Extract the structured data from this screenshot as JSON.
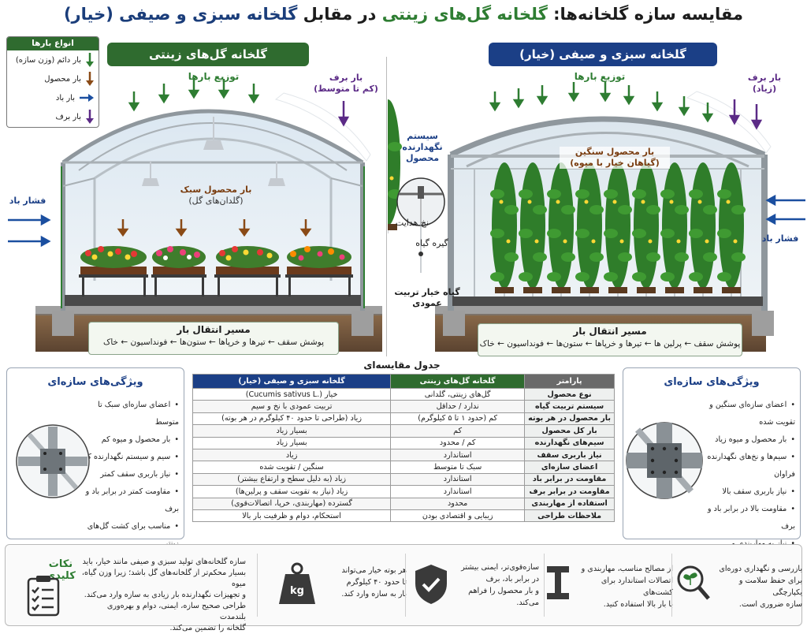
{
  "title": {
    "prefix": "مقایسه سازه گلخانه‌ها:",
    "ornamental": "گلخانه گل‌های زینتی",
    "mid": "در مقابل",
    "vegetable": "گلخانه سبزی و صیفی (خیار)"
  },
  "legend": {
    "title": "انواع بارها",
    "items": [
      {
        "label": "بار دائم (وزن سازه)",
        "color": "#2e7d32"
      },
      {
        "label": "بار محصول",
        "color": "#8a4a16"
      },
      {
        "label": "بار باد",
        "color": "#1b4fa0"
      },
      {
        "label": "بار برف",
        "color": "#5b2a86"
      }
    ]
  },
  "left_panel": {
    "header": "گلخانه گل‌های زینتی",
    "load_dist": "توزیع بارها",
    "snow": [
      "بار برف",
      "(کم تا متوسط)"
    ],
    "wind": "فشار باد",
    "crop_load": [
      "بار محصول سبک",
      "(گلدان‌های گل)"
    ],
    "path_title": "مسیر انتقال بار",
    "path_text": "پوشش سقف ← تیرها و خرپاها ← ستون‌ها ← فونداسیون ← خاک"
  },
  "right_panel": {
    "header": "گلخانه سبزی و صیفی (خیار)",
    "load_dist": "توزیع بارها",
    "snow": [
      "بار برف",
      "(زیاد)"
    ],
    "wind": "فشار باد",
    "support_sys": [
      "سیستم نگهدارنده",
      "محصول"
    ],
    "guide_rope": "نخ هدایت",
    "clip": "گیره گیاه",
    "plant": [
      "گیاه خیار تربیت",
      "عمودی"
    ],
    "crop_load": [
      "بار محصول سنگین",
      "(گیاهان خیار با میوه)"
    ],
    "path_title": "مسیر انتقال بار",
    "path_text": "پوشش سقف ← پرلین ها ← تیرها و خرپاها ← ستون‌ها ← فونداسیون ← خاک"
  },
  "table": {
    "title": "جدول مقایسه‌ای",
    "headers": [
      "پارامتر",
      "گلخانه گل‌های زینتی",
      "گلخانه سبزی و صیفی (خیار)"
    ],
    "rows": [
      [
        "نوع محصول",
        "گل‌های زینتی، گلدانی",
        "خیار (.Cucumis sativus L)"
      ],
      [
        "سیستم تربیت گیاه",
        "ندارد / حداقل",
        "تربیت عمودی با نخ و سیم"
      ],
      [
        "بار محصول در هر بوته",
        "کم (حدود ۱ تا ۵ کیلوگرم)",
        "زیاد (طراحی تا حدود ۴۰ کیلوگرم در هر بوته)"
      ],
      [
        "بار کل محصول",
        "کم",
        "بسیار زیاد"
      ],
      [
        "سیم‌های نگهدارنده",
        "کم / محدود",
        "بسیار زیاد"
      ],
      [
        "نیاز باربری سقف",
        "استاندارد",
        "زیاد"
      ],
      [
        "اعضای سازه‌ای",
        "سبک تا متوسط",
        "سنگین / تقویت شده"
      ],
      [
        "مقاومت در برابر باد",
        "استاندارد",
        "زیاد (به دلیل سطح و ارتفاع بیشتر)"
      ],
      [
        "مقاومت در برابر برف",
        "استاندارد",
        "زیاد (نیاز به تقویت سقف و پرلین‌ها)"
      ],
      [
        "استفاده از مهاربندی",
        "محدود",
        "گسترده (مهاربندی، خرپا، اتصالات‌قوی)"
      ],
      [
        "ملاحظات طراحی",
        "زیبایی و اقتصادی بودن",
        "استحکام، دوام و ظرفیت بار بالا"
      ]
    ]
  },
  "left_features": {
    "title": "ویژگی‌های سازه‌ای",
    "items": [
      "اعضای سازه‌ای سبک تا متوسط",
      "بار محصول و میوه کم",
      "سیم و سیستم نگهدارنده کم",
      "نیاز باربری سقف کمتر",
      "مقاومت کمتر در برابر باد و برف",
      "مناسب برای کشت گل‌های زینتی"
    ]
  },
  "right_features": {
    "title": "ویژگی‌های سازه‌ای",
    "items": [
      "اعضای سازه‌ای سنگین و تقویت شده",
      "بار محصول و میوه زیاد",
      "سیم‌ها و نخ‌های نگهدارنده فراوان",
      "نیاز باربری سقف بالا",
      "مقاومت بالا در برابر باد و برف",
      "نیاز به مهاربندی و اتصالات‌قوی"
    ]
  },
  "bottom": {
    "key_title": "نکات کلیدی",
    "key_text": [
      "سازه گلخانه‌های تولید سبزی و صیفی مانند خیار، باید",
      "بسیار محکم‌تر از گلخانه‌های گل باشد؛ زیرا وزن گیاه، میوه",
      "و تجهیزات نگهدارنده بار زیادی به سازه وارد می‌کند.",
      "طراحی صحیح سازه، ایمنی، دوام و بهره‌وری بلندمدت",
      "گلخانه را تضمین می‌کند."
    ],
    "kg": "kg",
    "kg_text": [
      "هر بوته خیار می‌تواند",
      "تا حدود ۴۰ کیلوگرم",
      "بار به سازه وارد کند."
    ],
    "shield_text": [
      "سازه‌قوی‌تر، ایمنی بیشتر",
      "در برابر باد، برف",
      "و بار محصول را فراهم",
      "می‌کند."
    ],
    "beam_text": [
      "از مصالح مناسب، مهاربندی و",
      "اتصالات استاندارد برای کشت‌های",
      "با بار بالا استفاده کنید."
    ],
    "search_text": [
      "بازرسی و نگهداری دوره‌ای",
      "برای حفظ سلامت و یکپارچگی",
      "سازه ضروری است."
    ]
  }
}
